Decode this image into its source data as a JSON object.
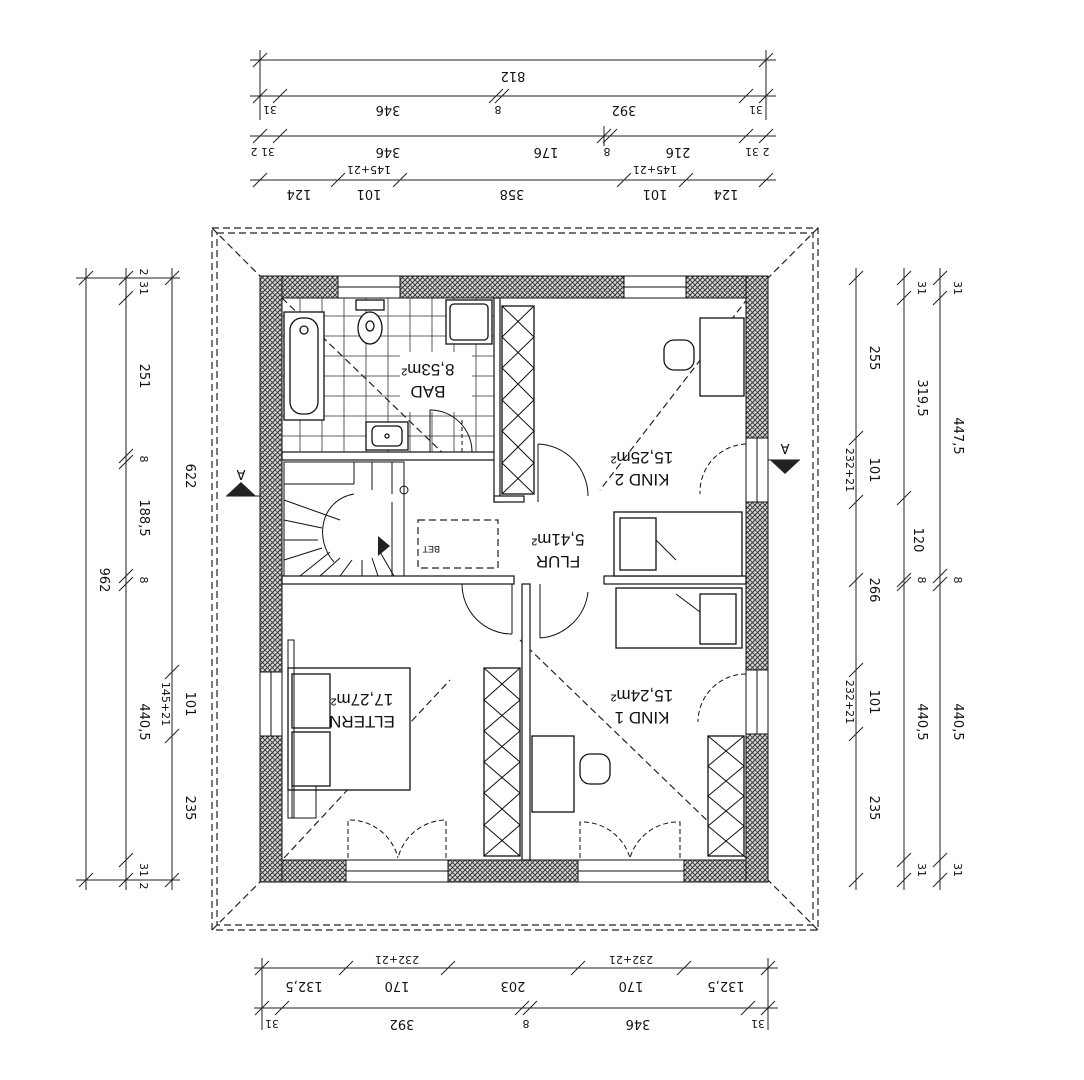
{
  "rooms": {
    "bad": {
      "name": "BAD",
      "area": "8,53m²"
    },
    "kind2": {
      "name": "KIND 2",
      "area": "15,25m²"
    },
    "flur": {
      "name": "FLUR",
      "area": "5,41m²"
    },
    "eltern": {
      "name": "ELTERN",
      "area": "17,27m²"
    },
    "kind1": {
      "name": "KIND 1",
      "area": "15,24m²"
    },
    "bed_label": "BET"
  },
  "section_marker": "A",
  "dimensions": {
    "top_overall": "812",
    "top_row2": [
      "31",
      "346",
      "8",
      "392",
      "31"
    ],
    "top_row3": [
      "31",
      "2",
      "346",
      "176",
      "8",
      "216",
      "31",
      "2"
    ],
    "top_row4": [
      "124",
      "101",
      "145+21",
      "358",
      "101",
      "145+21",
      "124"
    ],
    "bottom_row1": [
      "132,5",
      "170",
      "232+21",
      "203",
      "170",
      "232+21",
      "132,5"
    ],
    "bottom_row2": [
      "31",
      "392",
      "8",
      "346",
      "31"
    ],
    "left_overall": "962",
    "left_mid": "622",
    "left_inner": [
      "2",
      "31",
      "251",
      "8",
      "188,5",
      "8",
      "440,5",
      "31",
      "2"
    ],
    "left_outer": [
      "101",
      "145+21",
      "235"
    ],
    "right_inner": [
      "255",
      "232+21",
      "101",
      "120",
      "266",
      "232+21",
      "101",
      "235"
    ],
    "right_col2": [
      "31",
      "319,5",
      "8",
      "440,5",
      "31"
    ],
    "right_col3": [
      "31",
      "447,5",
      "8",
      "440,5",
      "31"
    ]
  }
}
